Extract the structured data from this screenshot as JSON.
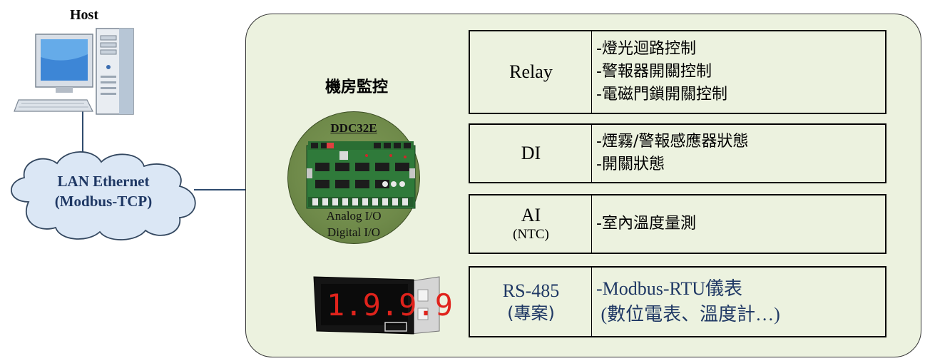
{
  "host": {
    "label": "Host"
  },
  "network": {
    "line1": "LAN Ethernet",
    "line2": "(Modbus-TCP)"
  },
  "room": {
    "title": "機房監控"
  },
  "controller": {
    "model": "DDC32E",
    "io_line1": "Analog I/O",
    "io_line2": "Digital I/O"
  },
  "meter": {
    "display_value": "1.9.9.9"
  },
  "rows": [
    {
      "label": "Relay",
      "sublabel": "",
      "lines": [
        "-燈光迴路控制",
        "-警報器開關控制",
        "-電磁門鎖開關控制"
      ]
    },
    {
      "label": "DI",
      "sublabel": "",
      "lines": [
        "-煙霧/警報感應器狀態",
        "-開關狀態"
      ]
    },
    {
      "label": "AI",
      "sublabel": "(NTC)",
      "lines": [
        "-室內溫度量測"
      ]
    },
    {
      "label": "RS-485",
      "sublabel": "(專案)",
      "lines": [
        "-Modbus-RTU儀表",
        " (數位電表、溫度計…)"
      ]
    }
  ],
  "colors": {
    "panel_bg": "#ecf2df",
    "circle_green": "#6f8a4a",
    "network_text": "#1f3864",
    "cloud_fill": "#dbe7f5",
    "meter_digits": "#e0231c"
  },
  "icons": {
    "host": "desktop-computer-icon",
    "network": "cloud-icon",
    "controller": "circuit-board-icon",
    "meter": "digital-panel-meter-icon"
  }
}
